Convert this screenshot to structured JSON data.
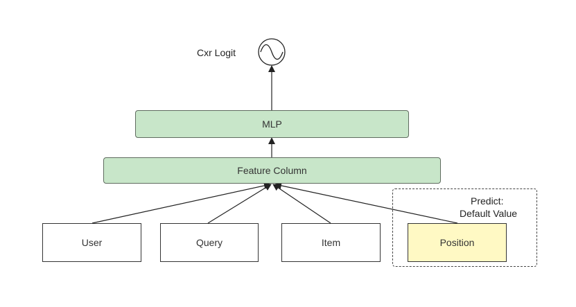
{
  "diagram": {
    "output_label": "Cxr Logit",
    "mlp_label": "MLP",
    "feature_column_label": "Feature Column",
    "inputs": [
      {
        "label": "User"
      },
      {
        "label": "Query"
      },
      {
        "label": "Item"
      },
      {
        "label": "Position"
      }
    ],
    "predict_note_line1": "Predict:",
    "predict_note_line2": "Default Value",
    "sigmoid_icon": "sigmoid-icon"
  }
}
